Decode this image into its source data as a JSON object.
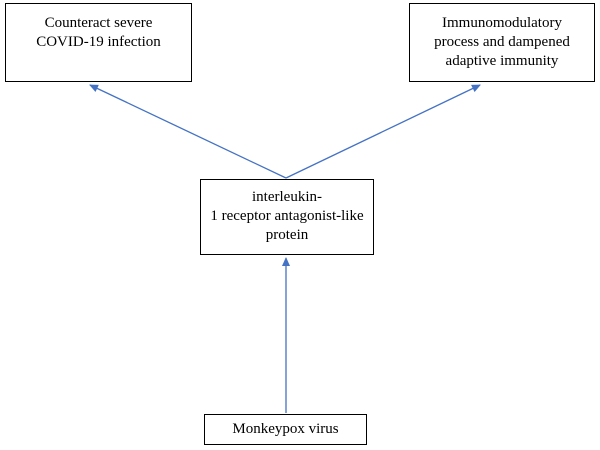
{
  "diagram": {
    "edge_color": "#4472c4",
    "nodes": {
      "top_left": {
        "label": "Counteract severe\nCOVID-19 infection"
      },
      "top_right": {
        "label": "Immunomodulatory\nprocess and dampened\nadaptive immunity"
      },
      "middle": {
        "label": "interleukin-\n1 receptor antagonist-like\nprotein"
      },
      "bottom": {
        "label": "Monkeypox virus"
      }
    },
    "edges": [
      {
        "from": "bottom",
        "to": "middle"
      },
      {
        "from": "middle",
        "to": "top_left"
      },
      {
        "from": "middle",
        "to": "top_right"
      }
    ]
  }
}
